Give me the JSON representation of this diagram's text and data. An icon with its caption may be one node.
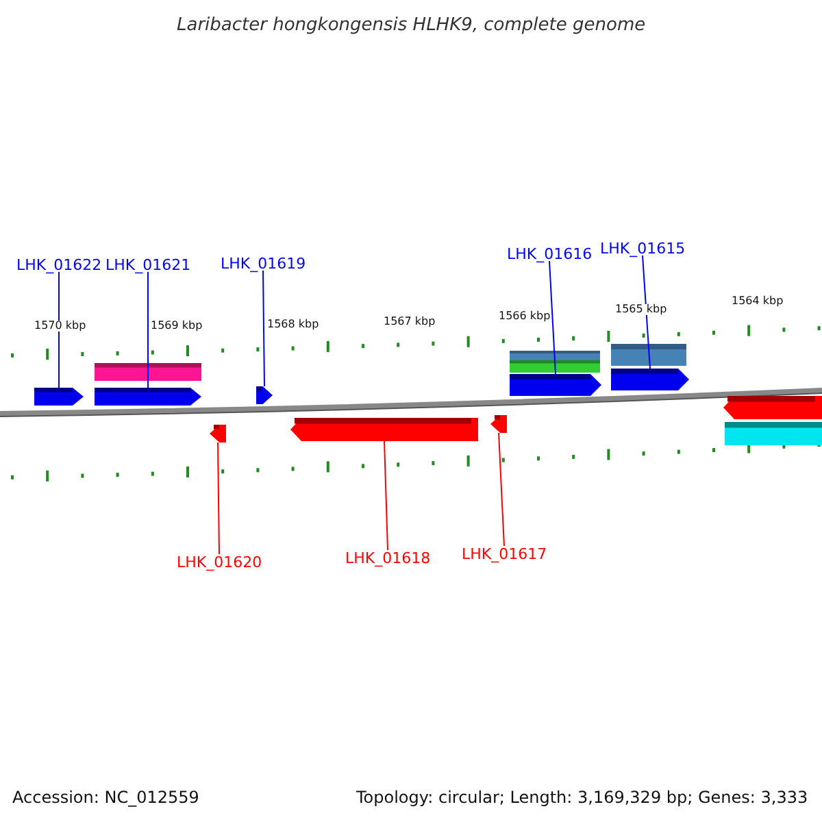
{
  "diagram": {
    "title": "Laribacter hongkongensis HLHK9, complete genome",
    "nodes": [
      {
        "text": [
          "LHK_01622"
        ]
      },
      {
        "text": [
          "LHK_01621"
        ]
      },
      {
        "text": [
          "LHK_01619"
        ]
      },
      {
        "text": [
          "LHK_01616"
        ]
      },
      {
        "text": [
          "LHK_01615"
        ]
      },
      {
        "text": [
          "LHK_01620"
        ]
      },
      {
        "text": [
          "LHK_01618"
        ]
      },
      {
        "text": [
          "LHK_01617"
        ]
      },
      {
        "text": [],
        "shape": "arrow"
      },
      {
        "text": [],
        "shape": "arrow"
      },
      {
        "text": [],
        "shape": "bar"
      },
      {
        "text": [],
        "shape": "arrow"
      },
      {
        "text": [],
        "shape": "bar"
      },
      {
        "text": [],
        "shape": "bar"
      },
      {
        "text": [],
        "shape": "arrow"
      },
      {
        "text": [],
        "shape": "bar"
      },
      {
        "text": [],
        "shape": "arrow"
      },
      {
        "text": [],
        "shape": "arrow"
      },
      {
        "text": [],
        "shape": "arrow"
      },
      {
        "text": [],
        "shape": "arrow"
      },
      {
        "text": [],
        "shape": "arrow"
      },
      {
        "text": [],
        "shape": "bar"
      }
    ],
    "edges": [
      {
        "from": 0,
        "to": 8,
        "arrow": "none",
        "color": "#0000ff"
      },
      {
        "from": 1,
        "to": 9,
        "arrow": "none",
        "color": "#0000ff"
      },
      {
        "from": 2,
        "to": 11,
        "arrow": "none",
        "color": "#0000ff"
      },
      {
        "from": 3,
        "to": 14,
        "arrow": "none",
        "color": "#0000ff"
      },
      {
        "from": 4,
        "to": 16,
        "arrow": "none",
        "color": "#0000ff"
      },
      {
        "from": 5,
        "to": 17,
        "arrow": "none",
        "color": "#ff0000"
      },
      {
        "from": 6,
        "to": 18,
        "arrow": "none",
        "color": "#ff0000"
      },
      {
        "from": 7,
        "to": 19,
        "arrow": "none",
        "color": "#ff0000"
      }
    ],
    "labels": [
      "1570 kbp",
      "1569 kbp",
      "1568 kbp",
      "1567 kbp",
      "1566 kbp",
      "1565 kbp",
      "1564 kbp",
      "Accession: NC_012559",
      "Topology: circular; Length: 3,169,329 bp; Genes: 3,333"
    ]
  }
}
